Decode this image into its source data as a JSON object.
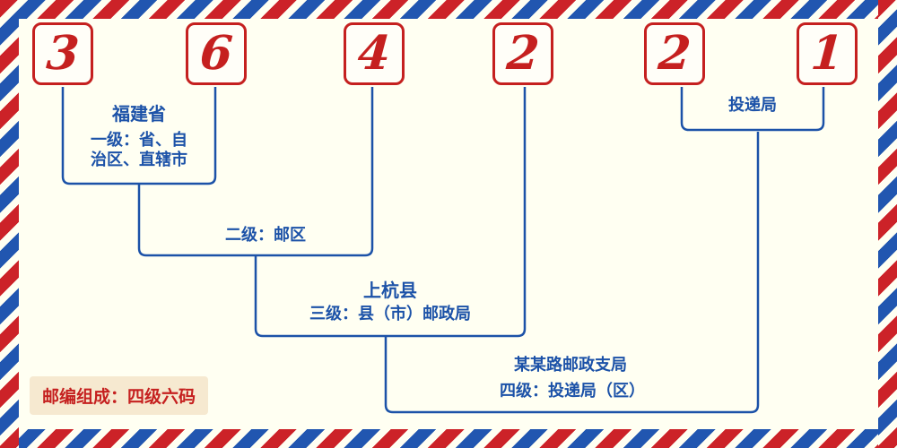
{
  "postal_code": {
    "digits": [
      "3",
      "6",
      "4",
      "2",
      "2",
      "1"
    ]
  },
  "labels": {
    "level1_region": "福建省",
    "level1_line1": "一级：省、自",
    "level1_line2": "治区、直辖市",
    "level1_full": "一级：省、自治区、直辖市",
    "level2": "二级：邮区",
    "level3_region": "上杭县",
    "level3": "三级：县（市）邮政局",
    "level4_branch": "某某路邮政支局",
    "level4": "四级：投递局（区）",
    "delivery_office": "投递局"
  },
  "footer": {
    "composition_note": "邮编组成：四级六码"
  },
  "colors": {
    "digit_red": "#c5201f",
    "line_blue": "#1c52a8",
    "stripe_red": "#cc2228",
    "stripe_blue": "#2156b0",
    "background": "#fffff2",
    "badge_background": "#f6e9d0"
  }
}
